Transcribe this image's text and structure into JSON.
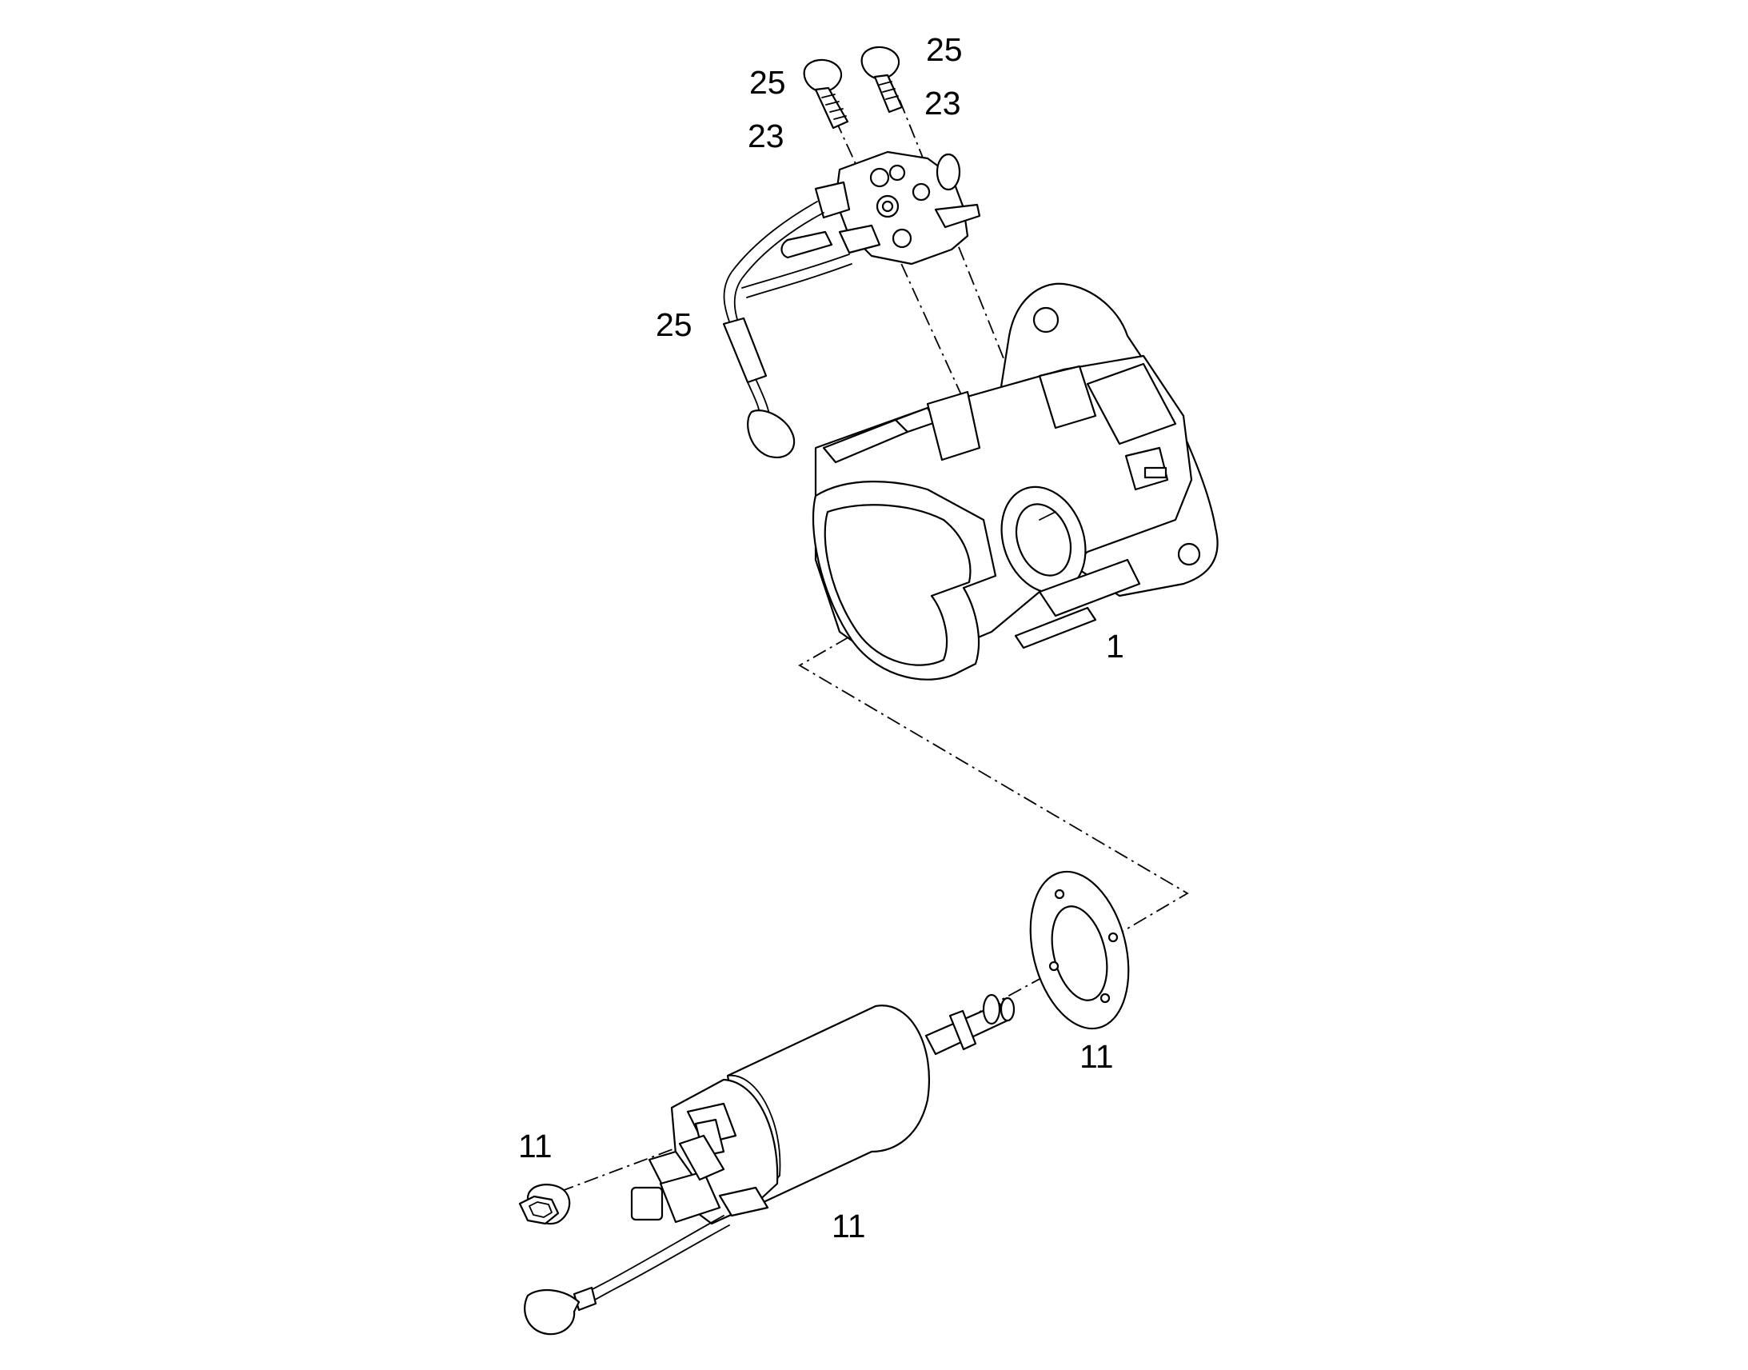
{
  "colors": {
    "background": "#ffffff",
    "line": "#000000"
  },
  "callouts": {
    "screw_head_left": "25",
    "screw_body_left": "23",
    "screw_head_right": "25",
    "screw_body_right": "23",
    "wire_harness": "25",
    "housing": "1",
    "gasket": "11",
    "solenoid_nut": "11",
    "solenoid": "11"
  },
  "icons": {
    "screw": "screw-icon",
    "nut": "hex-nut-icon",
    "gasket": "gasket-ring-icon",
    "terminal": "ring-terminal-icon"
  }
}
